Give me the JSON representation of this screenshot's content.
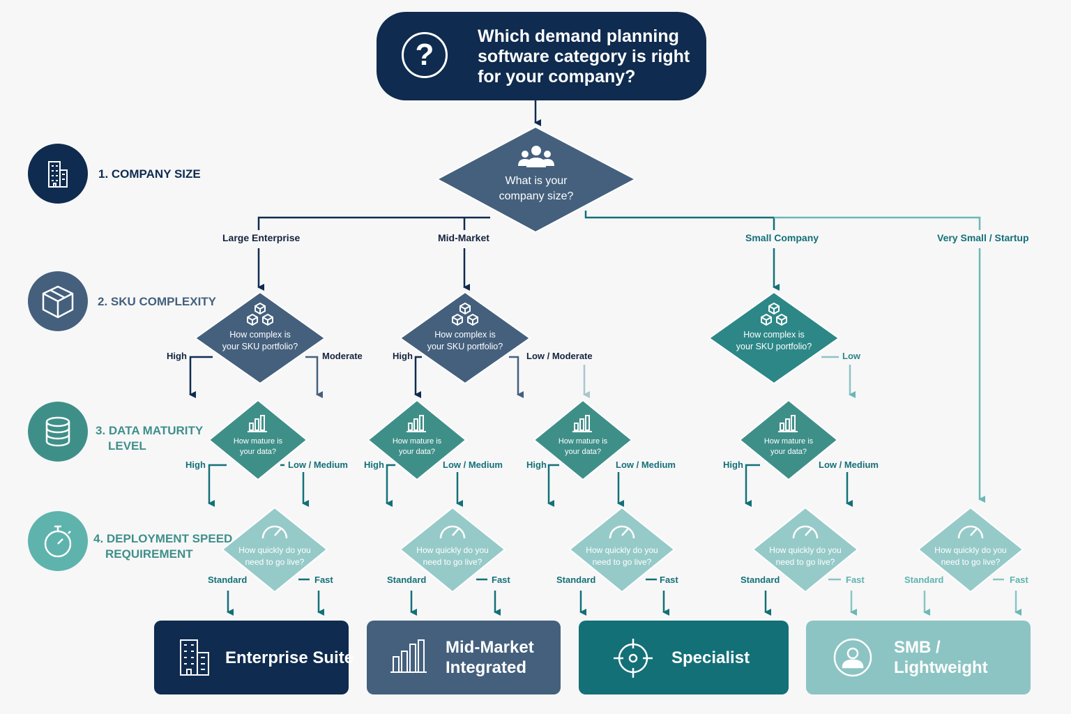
{
  "title": {
    "lines": [
      "Which demand planning",
      "software category is right",
      "for your company?"
    ],
    "icon": "question-mark-icon"
  },
  "colors": {
    "navy": "#0f2b4f",
    "slate": "#44607d",
    "teal": "#137077",
    "mint": "#8cc4c3",
    "mid_teal": "#3f8f89",
    "light_teal": "#5eb3ad"
  },
  "stages": [
    {
      "label": "1. COMPANY SIZE",
      "icon": "building-icon"
    },
    {
      "label": "2. SKU COMPLEXITY",
      "icon": "box-icon"
    },
    {
      "label_lines": [
        "3. DATA MATURITY",
        "LEVEL"
      ],
      "icon": "database-icon"
    },
    {
      "label_lines": [
        "4. DEPLOYMENT SPEED",
        "REQUIREMENT"
      ],
      "icon": "stopwatch-icon"
    }
  ],
  "root": {
    "lines": [
      "What is your",
      "company size?"
    ],
    "icon": "people-icon"
  },
  "branches": [
    "Large Enterprise",
    "Mid-Market",
    "Small Company",
    "Very Small / Startup"
  ],
  "sku_question": [
    "How complex is",
    "your SKU portfolio?"
  ],
  "sku_labels": {
    "high": "High",
    "moderate": "Moderate",
    "low_moderate": "Low / Moderate",
    "low": "Low"
  },
  "data_question": [
    "How mature is",
    "your data?"
  ],
  "data_labels": {
    "high": "High",
    "low_medium": "Low / Medium"
  },
  "speed_question": [
    "How quickly do you",
    "need to go live?"
  ],
  "speed_labels": {
    "standard": "Standard",
    "fast": "Fast"
  },
  "results": [
    {
      "label_lines": [
        "Enterprise Suite"
      ],
      "icon": "building-icon"
    },
    {
      "label_lines": [
        "Mid-Market",
        "Integrated"
      ],
      "icon": "bar-chart-icon"
    },
    {
      "label_lines": [
        "Specialist"
      ],
      "icon": "target-icon"
    },
    {
      "label_lines": [
        "SMB /",
        "Lightweight"
      ],
      "icon": "user-icon"
    }
  ]
}
